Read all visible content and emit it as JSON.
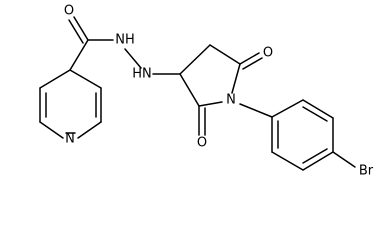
{
  "molecule": {
    "labels": {
      "o_amide": "O",
      "nh_amide": "NH",
      "nh_amine": "HN",
      "o_ring_top": "O",
      "n_ring": "N",
      "o_ring_bottom": "O",
      "n_pyridine": "N",
      "br": "Br"
    }
  }
}
